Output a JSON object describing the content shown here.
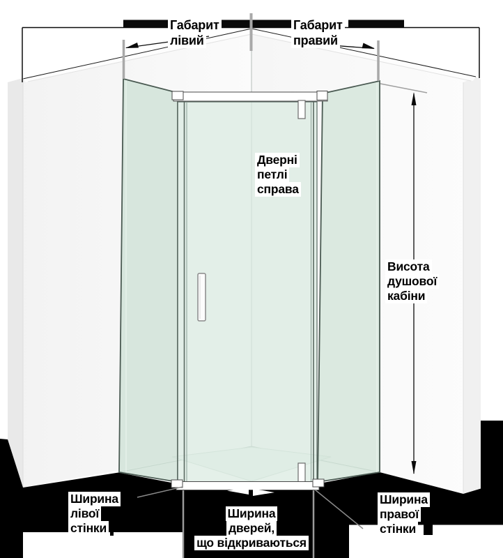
{
  "diagram": {
    "type": "corner-shower-cabin-dimension-diagram",
    "colors": {
      "glass": "#d7e7de",
      "glass_edge": "#4a5a52",
      "wall": "#f7f7f7",
      "floor_shadow": "#000000",
      "dimension_line": "#000000",
      "tick_gray": "#a9a9a9",
      "label_bg": "#ffffff",
      "label_text": "#000000"
    },
    "labels": {
      "gabarit_left": {
        "lines": [
          "Габарит",
          "лівий"
        ]
      },
      "gabarit_right": {
        "lines": [
          "Габарит",
          "правий"
        ]
      },
      "door_hinges": {
        "lines": [
          "Дверні",
          "петлі",
          "справа"
        ]
      },
      "cabin_height": {
        "lines": [
          "Висота",
          "душової",
          "кабіни"
        ]
      },
      "left_wall_width": {
        "lines": [
          "Ширина",
          "лівої",
          "стінки"
        ]
      },
      "door_width": {
        "lines": [
          "Ширина",
          "дверей,",
          "що відкриваються"
        ]
      },
      "right_wall_width": {
        "lines": [
          "Ширина",
          "правої",
          "стінки"
        ]
      }
    }
  }
}
